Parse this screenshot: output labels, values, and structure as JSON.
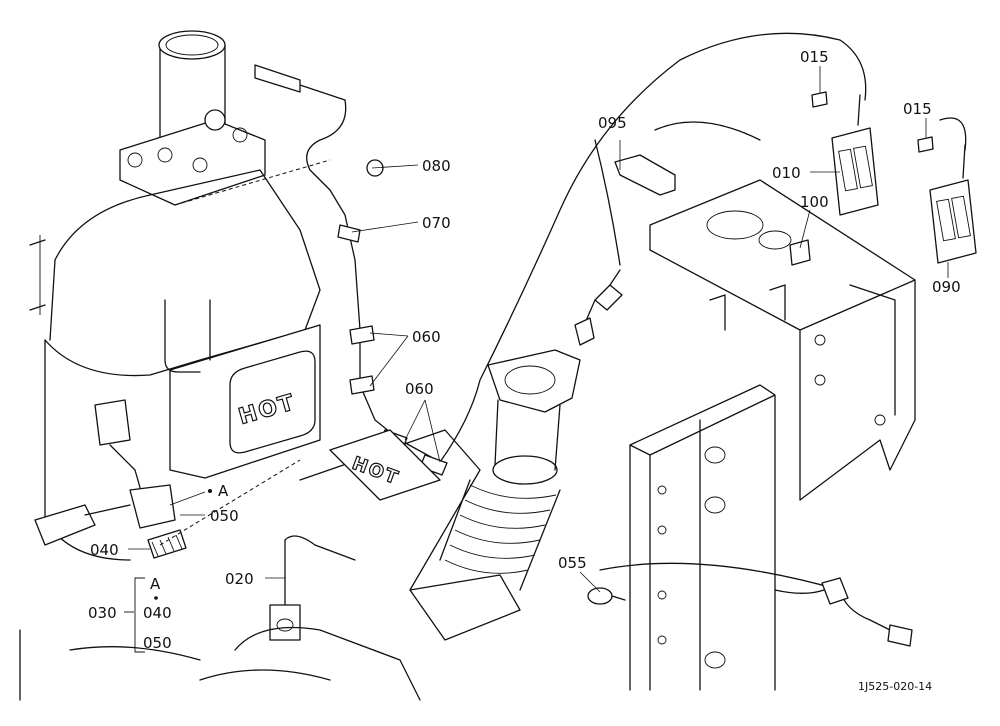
{
  "parts": {
    "p015a": "015",
    "p015b": "015",
    "p010": "010",
    "p020": "020",
    "p030": "030",
    "p040": "040",
    "p040b": "040",
    "p050": "050",
    "p050b": "050",
    "p055": "055",
    "p060a": "060",
    "p060b": "060",
    "p070": "070",
    "p080": "080",
    "p090": "090",
    "p095": "095",
    "p100": "100"
  },
  "refs": {
    "a1": "A",
    "a2": "A"
  },
  "warnings": {
    "hot1": "HOT",
    "hot2": "HOT"
  },
  "drawing_code": "1J525-020-14"
}
